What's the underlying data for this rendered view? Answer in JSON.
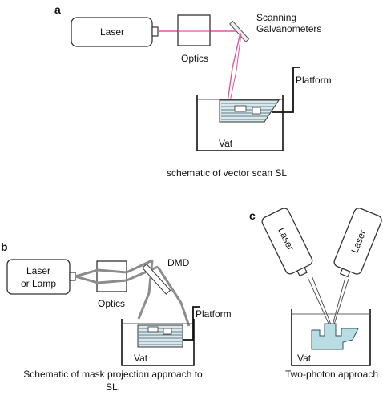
{
  "panels": {
    "a": {
      "letter": "a",
      "laser": "Laser",
      "optics": "Optics",
      "galvo_line1": "Scanning",
      "galvo_line2": "Galvanometers",
      "platform": "Platform",
      "vat": "Vat",
      "caption": "schematic of vector scan SL",
      "beam_color": "#e0559e"
    },
    "b": {
      "letter": "b",
      "source_line1": "Laser",
      "source_line2": "or Lamp",
      "optics": "Optics",
      "dmd": "DMD",
      "platform": "Platform",
      "vat": "Vat",
      "caption_line1": "Schematic of mask projection approach to",
      "caption_line2": "SL."
    },
    "c": {
      "letter": "c",
      "laser_left": "Laser",
      "laser_right": "Laser",
      "vat": "Vat",
      "caption": "Two-photon approach",
      "resin_color": "#b9dde2"
    }
  }
}
